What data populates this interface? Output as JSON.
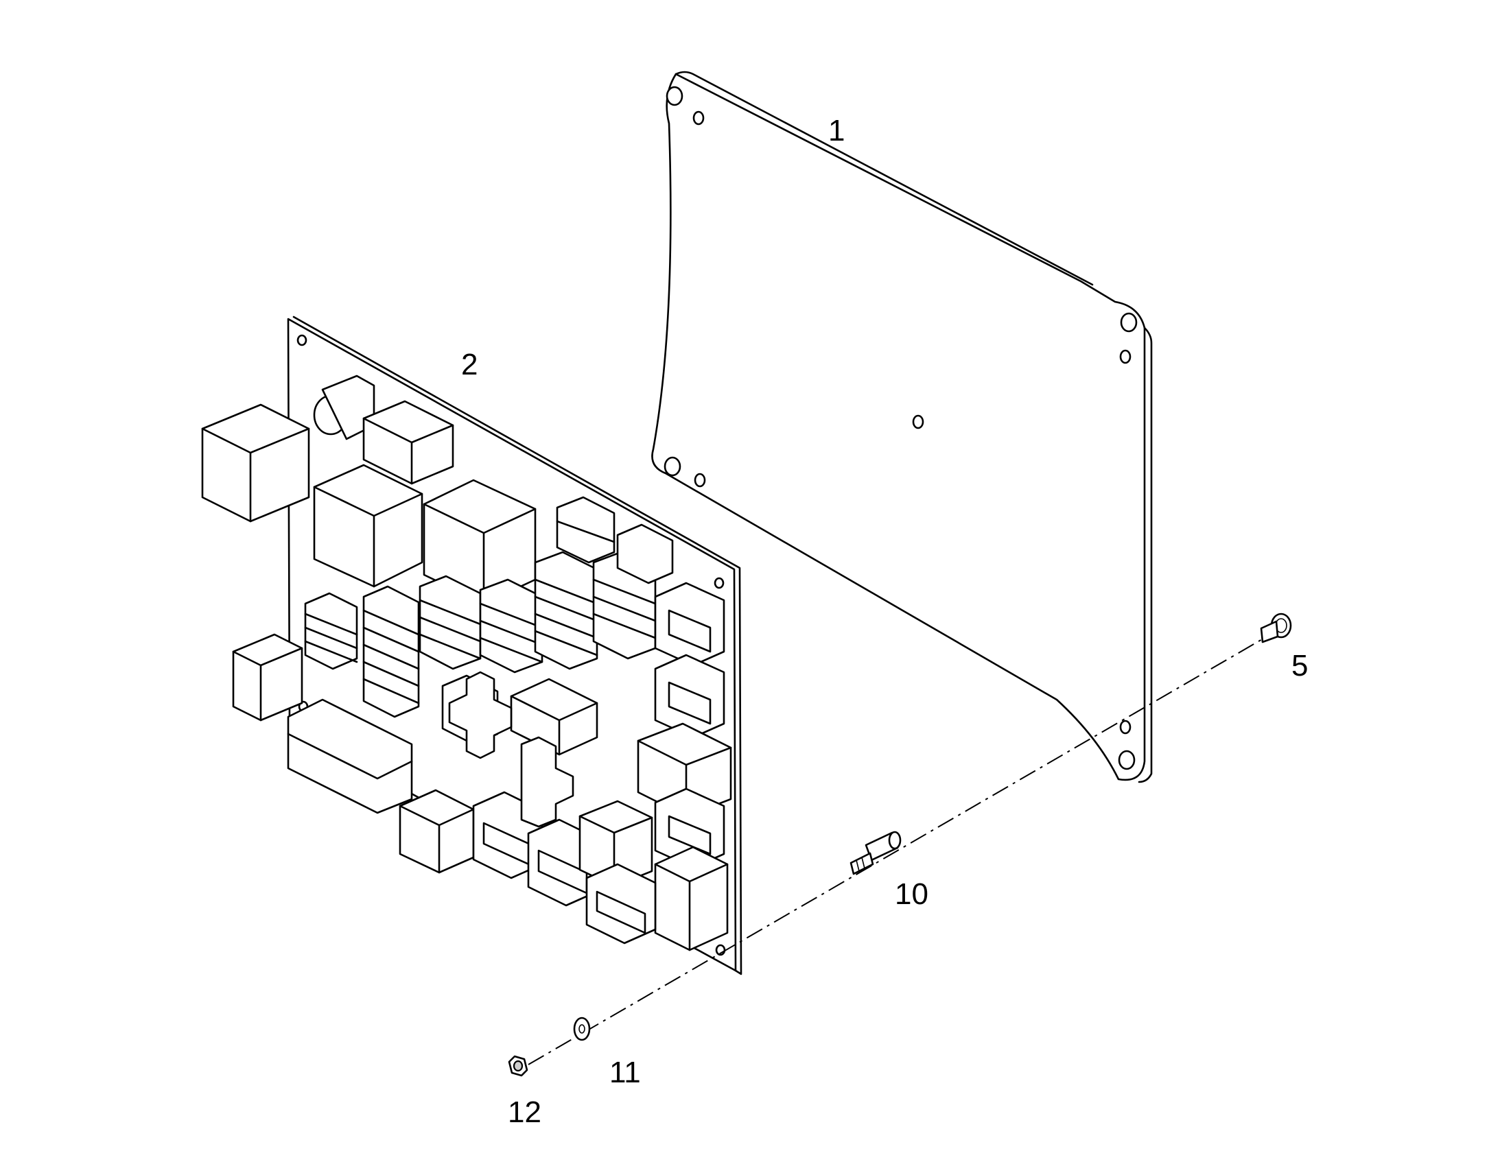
{
  "callouts": {
    "c1": "1",
    "c2": "2",
    "c5": "5",
    "c10": "10",
    "c11": "11",
    "c12": "12"
  },
  "parts": [
    {
      "callout": "1",
      "icon": "mounting-plate-icon"
    },
    {
      "callout": "2",
      "icon": "circuit-board-icon"
    },
    {
      "callout": "5",
      "icon": "screw-icon"
    },
    {
      "callout": "10",
      "icon": "standoff-icon"
    },
    {
      "callout": "11",
      "icon": "washer-icon"
    },
    {
      "callout": "12",
      "icon": "nut-icon"
    }
  ]
}
